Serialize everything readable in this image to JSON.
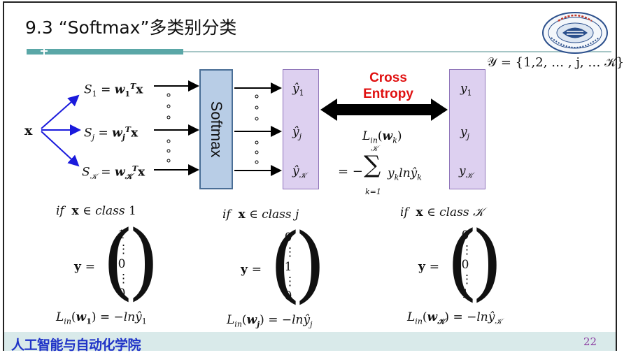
{
  "title": "9.3 “Softmax”多类别分类",
  "y_set": "𝒴 = {1,2, … , j, … 𝒦}",
  "input_x": "x",
  "scores": [
    {
      "lhs": "S",
      "sub": "1",
      "w_sub": "1"
    },
    {
      "lhs": "S",
      "sub": "j",
      "w_sub": "j"
    },
    {
      "lhs": "S",
      "sub": "𝒦",
      "w_sub": "𝒦"
    }
  ],
  "softmax_label": "Softmax",
  "yhat": [
    {
      "sym": "ŷ",
      "sub": "1"
    },
    {
      "sym": "ŷ",
      "sub": "j"
    },
    {
      "sym": "ŷ",
      "sub": "𝒦"
    }
  ],
  "ytrue": [
    {
      "sym": "y",
      "sub": "1"
    },
    {
      "sym": "y",
      "sub": "j"
    },
    {
      "sym": "y",
      "sub": "𝒦"
    }
  ],
  "cross_entropy": {
    "line1": "Cross",
    "line2": "Entropy"
  },
  "loss": {
    "lhs": "L",
    "lhs_sub": "in",
    "arg": "w",
    "arg_sub": "k",
    "sum_top": "𝒦",
    "sum_bottom": "k=1",
    "term": "y",
    "term_sub": "k",
    "ln": "ln",
    "yhat_sub": "k"
  },
  "cases": [
    {
      "cond_class": "1",
      "vector": [
        "1",
        "⋮",
        "0",
        "⋮",
        "0"
      ],
      "loss_arg_sub": "1",
      "loss_rhs_sub": "1"
    },
    {
      "cond_class": "j",
      "vector": [
        "0",
        "⋮",
        "1",
        "⋮",
        "0"
      ],
      "loss_arg_sub": "j",
      "loss_rhs_sub": "j"
    },
    {
      "cond_class": "𝒦",
      "vector": [
        "0",
        "⋮",
        "0",
        "⋮",
        "1"
      ],
      "loss_arg_sub": "𝒦",
      "loss_rhs_sub": "𝒦"
    }
  ],
  "cond_words": {
    "if": "if",
    "in": "∈",
    "class": "class"
  },
  "footer": {
    "institute": "人工智能与自动化学院",
    "page_number": "22"
  },
  "colors": {
    "arrow_blue": "#1a1adc",
    "red": "#e01010",
    "softmax_fill": "#b8cde6",
    "purple_fill": "#ddd0f0",
    "footer_bg": "#d9eaea",
    "teal_bar": "#5aa7a7"
  }
}
